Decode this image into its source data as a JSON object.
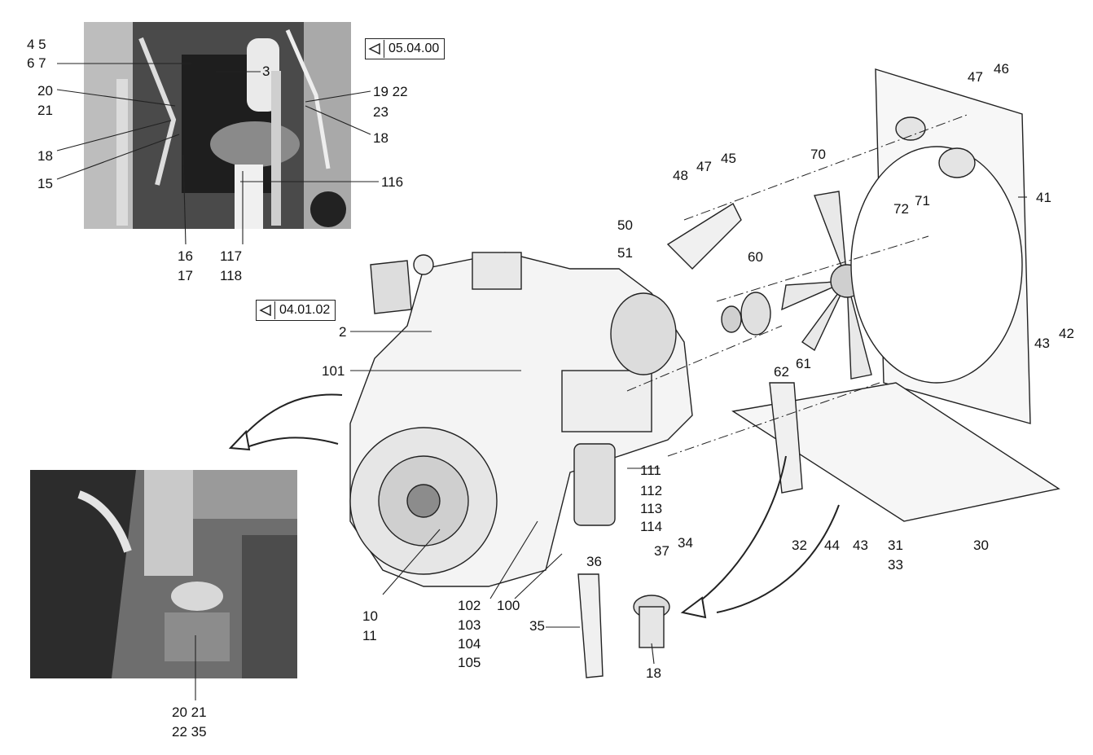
{
  "refs": [
    {
      "id": "ref-top",
      "label": "05.04.00"
    },
    {
      "id": "ref-mid",
      "label": "04.01.02"
    }
  ],
  "callouts": {
    "c_4_5": "4  5",
    "c_6_7": "6  7",
    "c_3": "3",
    "c_20": "20",
    "c_21": "21",
    "c_19_22": "19  22",
    "c_23": "23",
    "c_18a": "18",
    "c_18b": "18",
    "c_15": "15",
    "c_116": "116",
    "c_16": "16",
    "c_17": "17",
    "c_117": "117",
    "c_118": "118",
    "c_48": "48",
    "c_47a": "47",
    "c_45": "45",
    "c_47b": "47",
    "c_46": "46",
    "c_70": "70",
    "c_72": "72",
    "c_71": "71",
    "c_41": "41",
    "c_50": "50",
    "c_51": "51",
    "c_60": "60",
    "c_2": "2",
    "c_101": "101",
    "c_62": "62",
    "c_61": "61",
    "c_43a": "43",
    "c_42": "42",
    "c_111": "111",
    "c_112": "112",
    "c_113": "113",
    "c_114": "114",
    "c_32": "32",
    "c_44": "44",
    "c_43b": "43",
    "c_31": "31",
    "c_33": "33",
    "c_30": "30",
    "c_36": "36",
    "c_37": "37",
    "c_34": "34",
    "c_35": "35",
    "c_18c": "18",
    "c_10": "10",
    "c_11": "11",
    "c_102": "102",
    "c_103": "103",
    "c_104": "104",
    "c_105": "105",
    "c_100": "100",
    "c_20_21": "20  21",
    "c_22_35": "22  35"
  },
  "icons": {
    "reference": "triangle-arrow-icon"
  }
}
